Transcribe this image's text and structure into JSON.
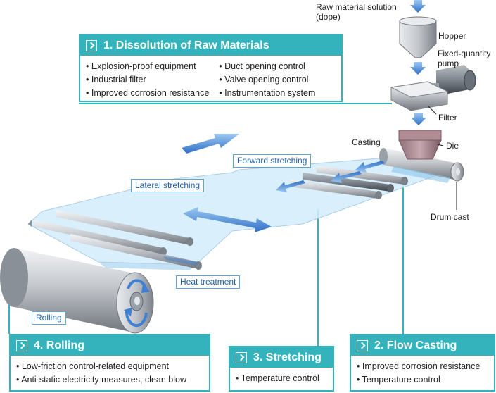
{
  "top": {
    "raw_material": "Raw material solution",
    "dope": "(dope)",
    "hopper": "Hopper",
    "pump_line1": "Fixed-quantity",
    "pump_line2": "pump",
    "filter": "Filter",
    "casting": "Casting",
    "die": "Die",
    "drum_cast": "Drum cast"
  },
  "tags": {
    "forward_stretching": "Forward stretching",
    "lateral_stretching": "Lateral stretching",
    "heat_treatment": "Heat treatment",
    "rolling": "Rolling"
  },
  "panels": {
    "dissolution": {
      "title": "1. Dissolution of Raw Materials",
      "col1": [
        "Explosion-proof equipment",
        "Industrial filter",
        "Improved corrosion resistance"
      ],
      "col2": [
        "Duct opening control",
        "Valve opening control",
        "Instrumentation system"
      ]
    },
    "flow_casting": {
      "title": "2. Flow Casting",
      "items": [
        "Improved corrosion resistance",
        "Temperature control"
      ]
    },
    "stretching": {
      "title": "3. Stretching",
      "items": [
        "Temperature control"
      ]
    },
    "rolling": {
      "title": "4. Rolling",
      "items": [
        "Low-friction control-related equipment",
        "Anti-static electricity measures, clean blow"
      ]
    }
  },
  "colors": {
    "panel_accent": "#35b3bd",
    "tag_text": "#1e5fa6",
    "film": "#d3ecfb",
    "arrow": "#3f7fd4"
  }
}
